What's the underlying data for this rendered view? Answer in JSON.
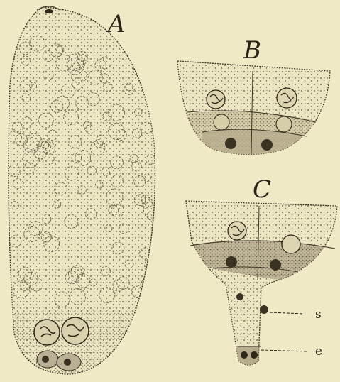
{
  "figure": {
    "panels": [
      {
        "id": "A",
        "label": "A"
      },
      {
        "id": "B",
        "label": "B"
      },
      {
        "id": "C",
        "label": "C"
      }
    ],
    "annotations": [
      {
        "id": "s",
        "label": "s"
      },
      {
        "id": "e",
        "label": "e"
      }
    ],
    "colors": {
      "background": "#efe9c6",
      "ink": "#2a2418",
      "stipple": "#5b5440",
      "dark_cell": "#bdb49a",
      "cell": "#e7e0bd"
    }
  }
}
